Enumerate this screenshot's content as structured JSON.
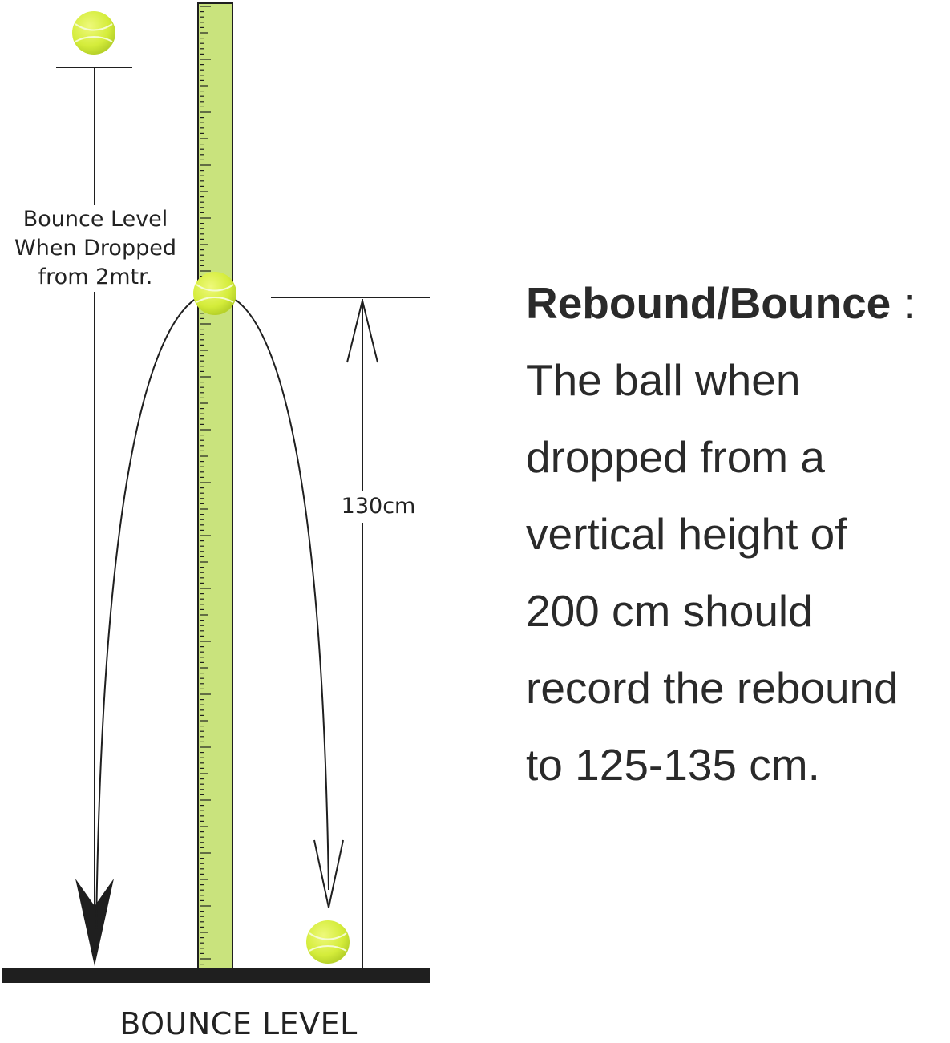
{
  "diagram": {
    "drop_label": [
      "Bounce Level",
      "When Dropped",
      "from 2mtr."
    ],
    "rebound_label": "130cm",
    "ground_label": "BOUNCE LEVEL"
  },
  "description": {
    "title": "Rebound/Bounce",
    "title_separator": " :",
    "lines": [
      "The ball when",
      "dropped from a",
      "vertical height of",
      "200 cm should",
      "record the rebound",
      "to 125-135 cm."
    ]
  },
  "colors": {
    "ball": "#d4ec3a",
    "ruler": "#c9e37d",
    "ink": "#1f1f1f"
  }
}
